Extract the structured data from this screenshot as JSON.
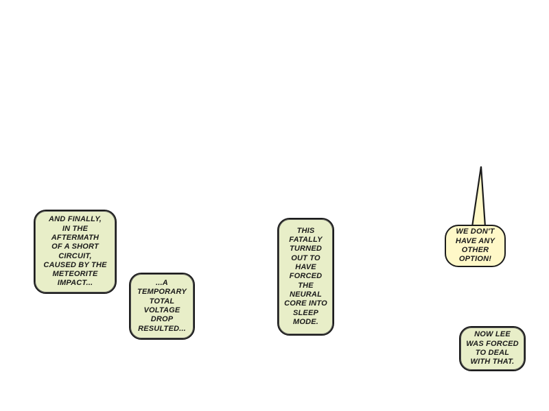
{
  "captions": [
    {
      "text": "AND FINALLY,\nIN THE\nAFTERMATH\nOF A SHORT\nCIRCUIT,\nCAUSED BY THE\nMETEORITE\nIMPACT..."
    },
    {
      "text": "...A\nTEMPORARY\nTOTAL\nVOLTAGE\nDROP\nRESULTED..."
    },
    {
      "text": "THIS\nFATALLY\nTURNED\nOUT TO\nHAVE\nFORCED\nTHE\nNEURAL\nCORE INTO\nSLEEP\nMODE."
    },
    {
      "text": "NOW LEE\nWAS FORCED\nTO DEAL\nWITH THAT."
    }
  ],
  "speech_bubble": {
    "text": "WE DON'T\nHAVE ANY\nOTHER\nOPTION!"
  },
  "colors": {
    "caption_fill": "#e8eec8",
    "speech_fill": "#fff8c8",
    "outline": "#1c1c1c"
  }
}
